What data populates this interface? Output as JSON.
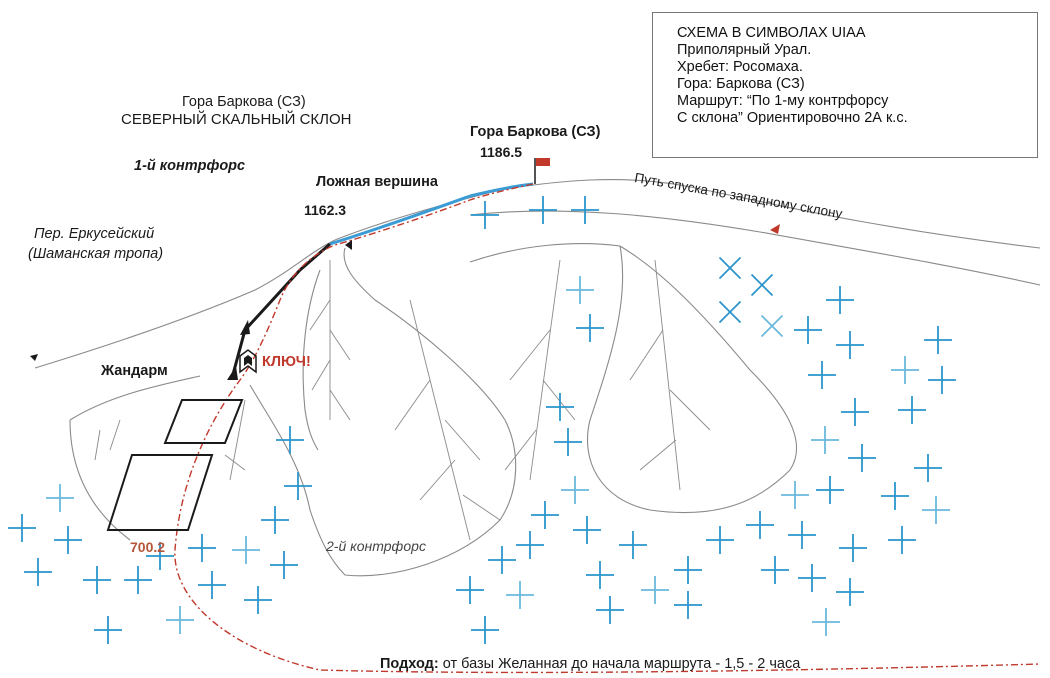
{
  "legend": {
    "lines": [
      "СХЕМА В СИМВОЛАХ UIAA",
      "Приполярный Урал.",
      "Хребет: Росомаха.",
      "Гора: Баркова (СЗ)",
      "Маршрут: “По 1-му контрфорсу",
      "С склона” Ориентировочно 2А к.с."
    ]
  },
  "labels": {
    "mountain_name": "Гора Баркова (СЗ)",
    "slope_name": "СЕВЕРНЫЙ СКАЛЬНЫЙ СКЛОН",
    "summit_name": "Гора Баркова (СЗ)",
    "summit_elevation": "1186.5",
    "false_summit": "Ложная вершина",
    "false_summit_elevation": "1162.3",
    "first_buttress": "1-й контрфорс",
    "pass_name": "Пер. Еркусейский",
    "pass_trail": "(Шаманская тропа)",
    "gendarme": "Жандарм",
    "key_pitch": "КЛЮЧ!",
    "base_elevation": "700.2",
    "second_buttress": "2-й контрфорс",
    "descent": "Путь спуска по западному склону",
    "approach_label": "Подход:",
    "approach_text": "от базы Желанная до начала маршрута - 1,5 - 2 часа"
  },
  "colors": {
    "ridge_blue": "#3a9bd5",
    "forest_blue": "#2a95cc",
    "forest_light": "#6ab8dd",
    "route_red": "#c0392b",
    "terrain_gray": "#8a8a8a",
    "rock_black": "#1a1a1a"
  }
}
